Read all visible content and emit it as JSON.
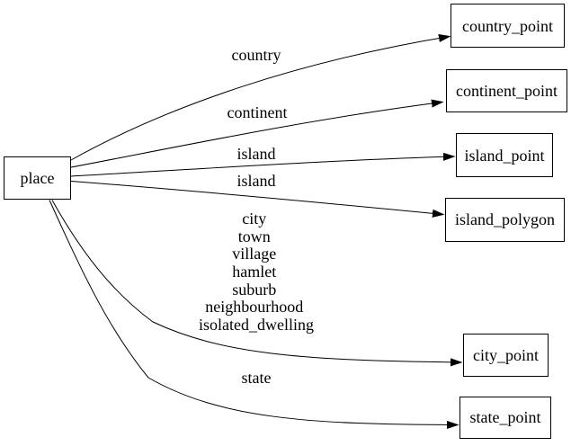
{
  "diagram": {
    "type": "directed-graph",
    "colors": {
      "background": "#ffffff",
      "node_fill": "#ffffff",
      "node_border": "#000000",
      "edge": "#000000",
      "text": "#000000"
    },
    "nodes": [
      {
        "id": "place",
        "label": "place"
      },
      {
        "id": "country_point",
        "label": "country_point"
      },
      {
        "id": "continent_point",
        "label": "continent_point"
      },
      {
        "id": "island_point",
        "label": "island_point"
      },
      {
        "id": "island_polygon",
        "label": "island_polygon"
      },
      {
        "id": "city_point",
        "label": "city_point"
      },
      {
        "id": "state_point",
        "label": "state_point"
      }
    ],
    "edges": [
      {
        "from": "place",
        "to": "country_point",
        "label": "country"
      },
      {
        "from": "place",
        "to": "continent_point",
        "label": "continent"
      },
      {
        "from": "place",
        "to": "island_point",
        "label": "island"
      },
      {
        "from": "place",
        "to": "island_polygon",
        "label": "island"
      },
      {
        "from": "place",
        "to": "city_point",
        "label_lines": [
          "city",
          "town",
          "village",
          "hamlet",
          "suburb",
          "neighbourhood",
          "isolated_dwelling"
        ]
      },
      {
        "from": "place",
        "to": "state_point",
        "label": "state"
      }
    ]
  }
}
